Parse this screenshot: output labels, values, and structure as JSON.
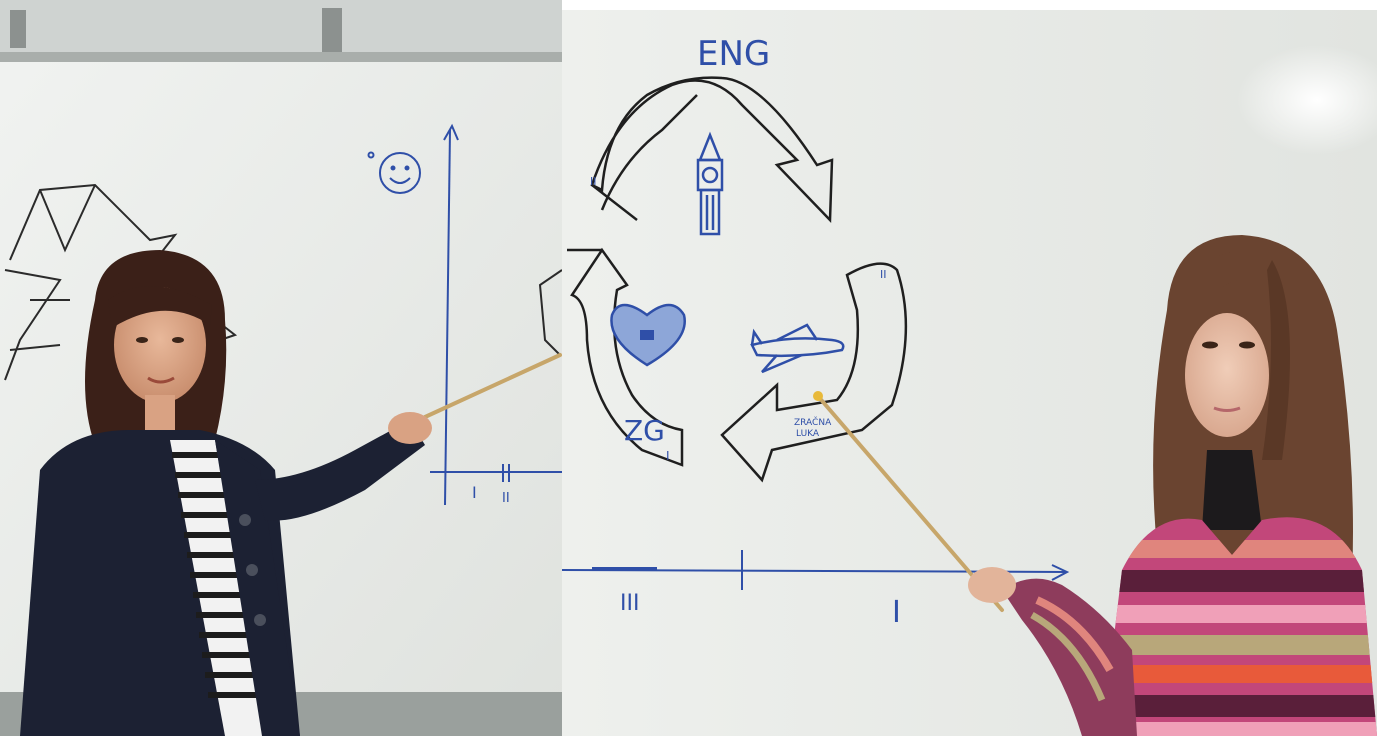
{
  "left_photo": {
    "board_marks": [
      "I",
      "II"
    ]
  },
  "right_photo": {
    "top_label": "ENG",
    "diagram_labels": {
      "zg": "ZG",
      "zg_index": "I",
      "port": "ZRAČNA\nLUKA",
      "arrow_top_left": "II",
      "arrow_right": "II"
    },
    "timeline_labels": [
      "III",
      "I"
    ]
  },
  "colors": {
    "marker_blue": "#2f4fa8",
    "whiteboard": "#ebedea",
    "sweater_stripes": [
      "#c2477a",
      "#e0857d",
      "#5a1f3a",
      "#f0a0b8",
      "#b8a77a"
    ]
  }
}
